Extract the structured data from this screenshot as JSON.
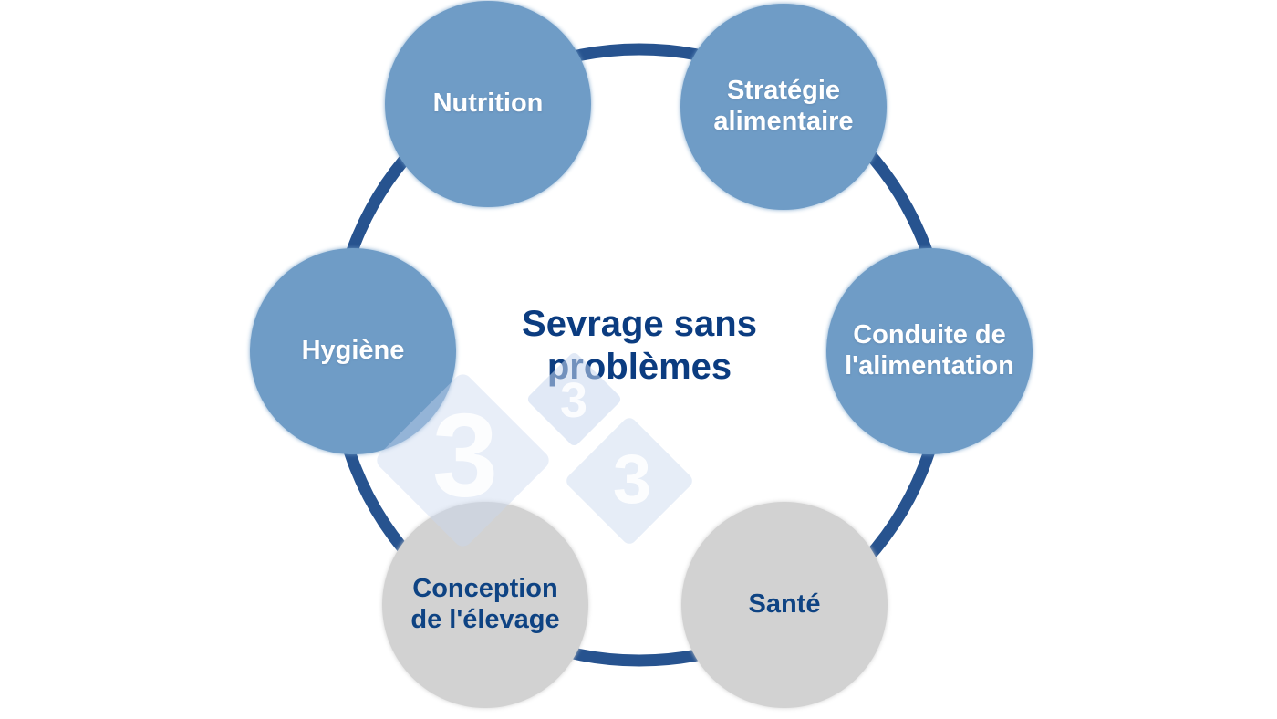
{
  "diagram": {
    "title": "Sevrage sans\nproblèmes",
    "nodes": [
      {
        "id": "nutrition",
        "label": "Nutrition",
        "style": "blue"
      },
      {
        "id": "strategie-alimentaire",
        "label": "Stratégie\nalimentaire",
        "style": "blue"
      },
      {
        "id": "hygiene",
        "label": "Hygiène",
        "style": "blue"
      },
      {
        "id": "conduite-alimentation",
        "label": "Conduite de\nl'alimentation",
        "style": "blue"
      },
      {
        "id": "conception-elevage",
        "label": "Conception\nde l'élevage",
        "style": "gray"
      },
      {
        "id": "sante",
        "label": "Santé",
        "style": "gray"
      }
    ],
    "colors": {
      "node_blue": "#6f9cc6",
      "node_gray": "#d2d2d2",
      "node_text_light": "#ffffff",
      "node_text_dark": "#0e4383",
      "title_text": "#0b3c80",
      "ring": "#27538f",
      "watermark_diamond": "#e9eff8"
    },
    "watermark": {
      "digits": [
        "3",
        "3",
        "3"
      ]
    }
  }
}
